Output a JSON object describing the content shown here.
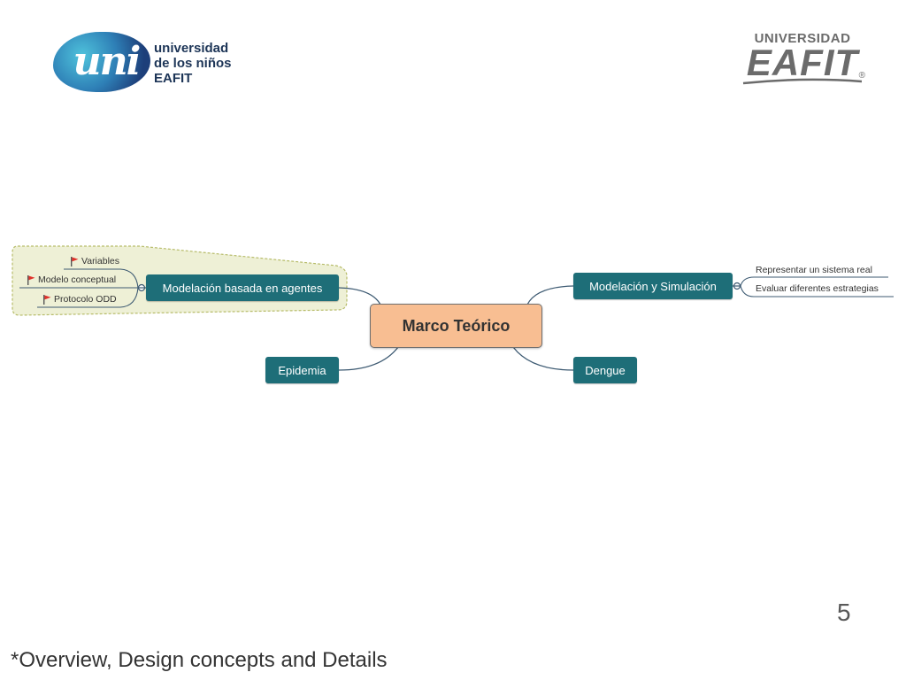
{
  "logos": {
    "left": {
      "mark": "uni",
      "line1": "universidad",
      "line2": "de los niños",
      "line3": "EAFIT"
    },
    "right": {
      "line1": "UNIVERSIDAD",
      "line2": "EAFIT",
      "registered": "®"
    }
  },
  "mindmap": {
    "central": "Marco Teórico",
    "left_top": {
      "label": "Modelación basada en agentes",
      "children": [
        "Variables",
        "Modelo conceptual",
        "Protocolo ODD"
      ]
    },
    "right_top": {
      "label": "Modelación y Simulación",
      "children": [
        "Representar un sistema real",
        "Evaluar diferentes estrategias"
      ]
    },
    "left_bottom": {
      "label": "Epidemia"
    },
    "right_bottom": {
      "label": "Dengue"
    }
  },
  "colors": {
    "node_fill": "#1e6e78",
    "central_fill": "#f8be92",
    "group_fill": "#eef0d6",
    "flag": "#e0312a",
    "connector": "#3d5a72"
  },
  "footer": {
    "page_number": "5",
    "note": "*Overview, Design concepts and Details"
  }
}
